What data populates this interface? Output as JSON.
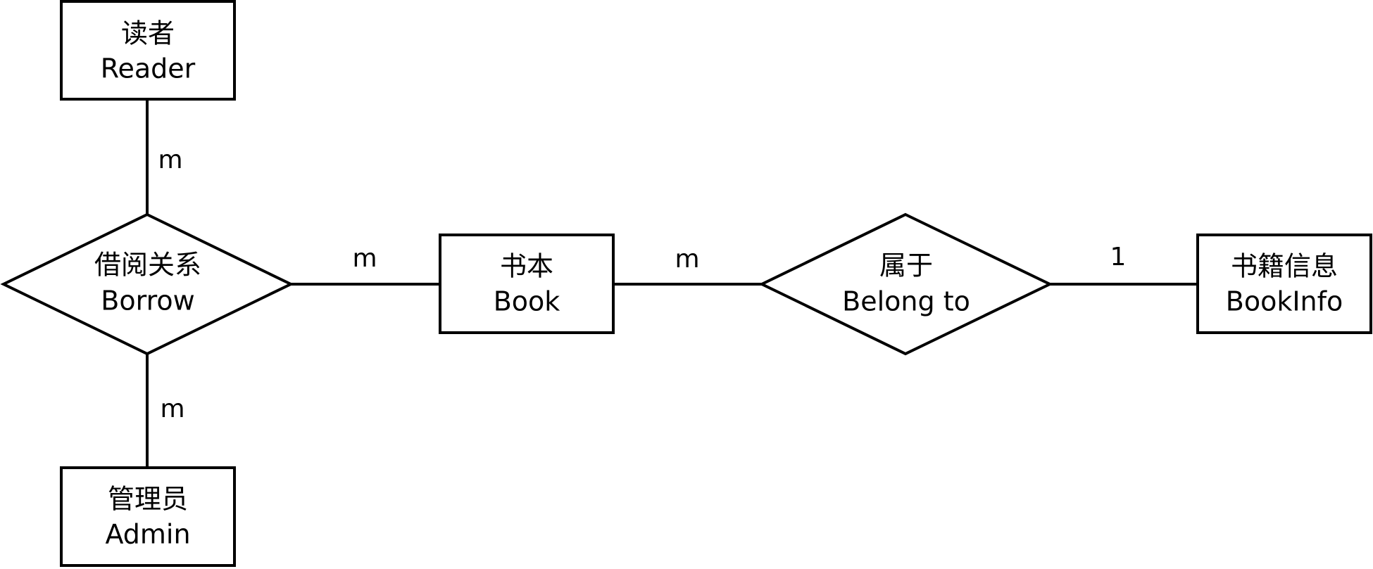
{
  "entities": {
    "reader": {
      "zh": "读者",
      "en": "Reader"
    },
    "admin": {
      "zh": "管理员",
      "en": "Admin"
    },
    "book": {
      "zh": "书本",
      "en": "Book"
    },
    "bookinfo": {
      "zh": "书籍信息",
      "en": "BookInfo"
    }
  },
  "relationships": {
    "borrow": {
      "zh": "借阅关系",
      "en": "Borrow"
    },
    "belong_to": {
      "zh": "属于",
      "en": "Belong to"
    }
  },
  "cardinalities": {
    "reader_borrow": "m",
    "admin_borrow": "m",
    "borrow_book": "m",
    "book_belong": "m",
    "belong_bookinfo": "1"
  }
}
